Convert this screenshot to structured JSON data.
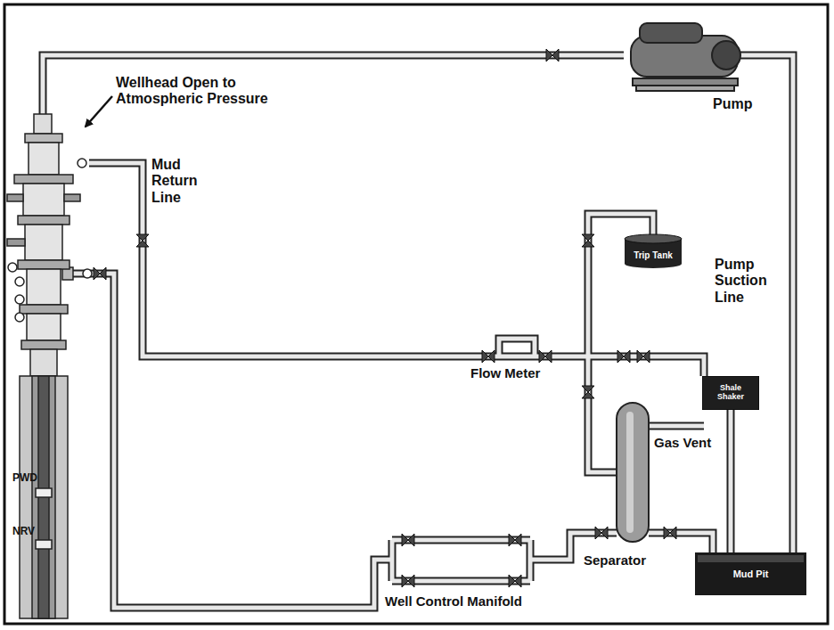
{
  "diagram": {
    "nodes": [
      {
        "text": [
          "Trip Tank"
        ]
      },
      {
        "text": [
          "Shale Shaker"
        ]
      },
      {
        "text": [
          "Mud Pit"
        ]
      }
    ],
    "edges": [
      {
        "from": 1,
        "to": 2,
        "arrow": "none"
      }
    ],
    "labels": [
      "Wellhead Open to Atmospheric Pressure",
      "Mud Return Line",
      "Pump",
      "Pump Suction Line",
      "Flow Meter",
      "Gas Vent",
      "Separator",
      "Well Control Manifold",
      "PWD",
      "NRV"
    ]
  }
}
